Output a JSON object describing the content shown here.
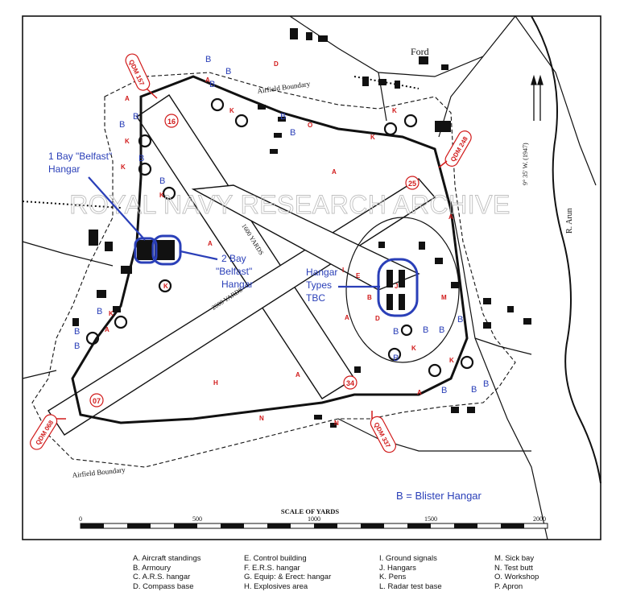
{
  "place_name": "Ford",
  "river_label": "R. Arun",
  "variation_label": "9° 35' W. (1947)",
  "boundary_label": "Airfield Boundary",
  "runway_lengths": [
    "1600 YARDS",
    "2000 YARDS"
  ],
  "runway_numbers": [
    "16",
    "25",
    "07",
    "34"
  ],
  "qdm": [
    "QDM 157",
    "QDM 248",
    "QDM 068",
    "QDM 337"
  ],
  "watermark": "ROYAL NAVY RESEARCH ARCHIVE",
  "annotations": {
    "one_bay": [
      "1 Bay \"Belfast\"",
      "Hangar"
    ],
    "two_bay": [
      "2 Bay",
      "\"Belfast\"",
      "Hangar"
    ],
    "hangar_types": [
      "Hangar",
      "Types",
      "TBC"
    ],
    "blister_note": "B = Blister Hangar"
  },
  "scale": {
    "title": "SCALE OF YARDS",
    "ticks": [
      "0",
      "500",
      "1000",
      "1500",
      "2000"
    ]
  },
  "legend": [
    "A.  Aircraft standings",
    "B.  Armoury",
    "C.  A.R.S. hangar",
    "D.  Compass base",
    "E.  Control building",
    "F.  E.R.S. hangar",
    "G.  Equip: & Erect: hangar",
    "H.  Explosives area",
    "I.  Ground signals",
    "J.  Hangars",
    "K.  Pens",
    "L.  Radar test base",
    "M.  Sick bay",
    "N.  Test butt",
    "O.  Workshop",
    "P.  Apron"
  ],
  "colors": {
    "red": "#d11a1a",
    "blue": "#2a3fb8",
    "ink": "#111111"
  }
}
